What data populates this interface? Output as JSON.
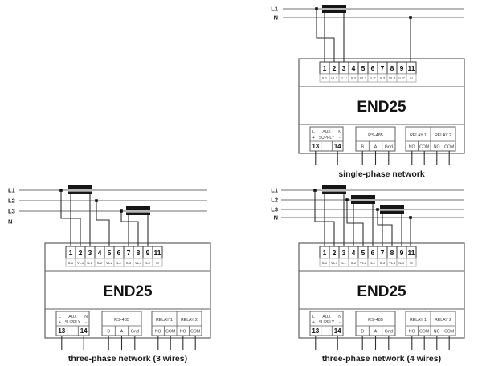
{
  "device": {
    "name": "END25",
    "terminals": [
      {
        "num": "1",
        "label": "IL1"
      },
      {
        "num": "2",
        "label": "VL1"
      },
      {
        "num": "3",
        "label": "IL1'"
      },
      {
        "num": "4",
        "label": "IL2"
      },
      {
        "num": "5",
        "label": "VL2"
      },
      {
        "num": "6",
        "label": "IL2'"
      },
      {
        "num": "7",
        "label": "IL3"
      },
      {
        "num": "8",
        "label": "VL3"
      },
      {
        "num": "9",
        "label": "IL3'"
      },
      {
        "num": "11",
        "label": "N"
      }
    ],
    "aux_supply": {
      "line1": "AUX",
      "line2": "SUPPLY",
      "left_top": "L",
      "left_bottom": "+",
      "right_top": "N",
      "right_bottom": "-",
      "terminals": [
        "13",
        "",
        "14"
      ]
    },
    "rs485": {
      "label": "RS-485",
      "terminals": [
        "B",
        "A",
        "Gnd"
      ]
    },
    "relays": [
      {
        "label": "RELAY 1",
        "terminals": [
          "NO",
          "COM"
        ]
      },
      {
        "label": "RELAY 2",
        "terminals": [
          "NO",
          "COM"
        ]
      }
    ]
  },
  "diagrams": [
    {
      "id": "single-phase",
      "caption": "single-phase network",
      "lines": [
        "L1",
        "N"
      ]
    },
    {
      "id": "three-phase-3-wires",
      "caption": "three-phase network (3 wires)",
      "lines": [
        "L1",
        "L2",
        "L3",
        "N"
      ]
    },
    {
      "id": "three-phase-4-wires",
      "caption": "three-phase network (4 wires)",
      "lines": [
        "L1",
        "L2",
        "L3",
        "N"
      ]
    }
  ],
  "colors": {
    "background": "#ffffff",
    "phase_line": "#6f6f6f",
    "wire": "#2f2f2f",
    "ct_fill": "#161616",
    "box_border": "#5f5f5f",
    "cell_border": "#3a3a3a",
    "subcell_border": "#999999",
    "text_primary": "#111111",
    "text_secondary": "#555555"
  }
}
